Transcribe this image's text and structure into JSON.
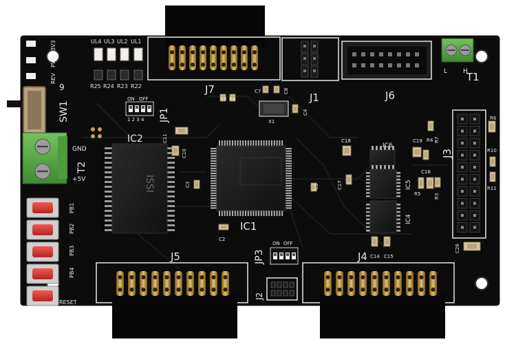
{
  "board": {
    "colors": {
      "pcb": "#0c0c0c",
      "pcb_edge": "#1a1a1a",
      "trace": "#1b1b1b",
      "silk": "#e8e8e8",
      "gold": "#c9a24a",
      "terminal_green": "#5aa846",
      "header_black": "#070707",
      "button_red": "#d83a36",
      "smd_tan": "#d7c7a3",
      "led": "#f2efe6"
    },
    "labels": {
      "led_rev": "REV",
      "led_pwr": "PWR",
      "led_3v3": "3V3",
      "ul4": "UL4",
      "ul3": "UL3",
      "ul2": "UL2",
      "ul1": "UL1",
      "r25": "R25",
      "r24": "R24",
      "r23": "R23",
      "r22": "R22",
      "j7": "J7",
      "jp1": "JP1",
      "jp1_on": "ON",
      "jp1_off": "OFF",
      "jp1_nums": "1 2 3 4",
      "sw1": "SW1",
      "sw1_mark": "9",
      "ic2": "IC2",
      "ic2_chip": "ISSI",
      "c11": "C11",
      "c10": "C10",
      "t2": "T2",
      "gnd": "GND",
      "v5": "+5V",
      "c3": "C3",
      "r9": "R9",
      "r8": "R8",
      "c7": "C7",
      "c8": "C8",
      "x1": "X1",
      "c4": "C4",
      "j1": "J1",
      "j6": "J6",
      "t1": "T1",
      "t1_l": "L",
      "t1_h": "H",
      "c18": "C18",
      "ic6": "IC6",
      "c19": "C19",
      "r4": "R4",
      "r7": "R7",
      "j3": "J3",
      "r6": "R6",
      "r10": "R10",
      "r11": "R11",
      "c16": "C16",
      "r5": "R5",
      "r3": "R3",
      "ic5": "IC5",
      "c17": "C17",
      "c5": "C5",
      "ic4": "IC4",
      "ic1": "IC1",
      "c2": "C2",
      "c26": "C26",
      "c14": "C14",
      "c15": "C15",
      "pb1": "PB1",
      "pb2": "PB2",
      "pb3": "PB3",
      "pb4": "PB4",
      "reset": "RESET",
      "j5": "J5",
      "jp3": "JP3",
      "jp3_on": "ON",
      "jp3_off": "OFF",
      "j2": "J2",
      "j4": "J4"
    }
  }
}
